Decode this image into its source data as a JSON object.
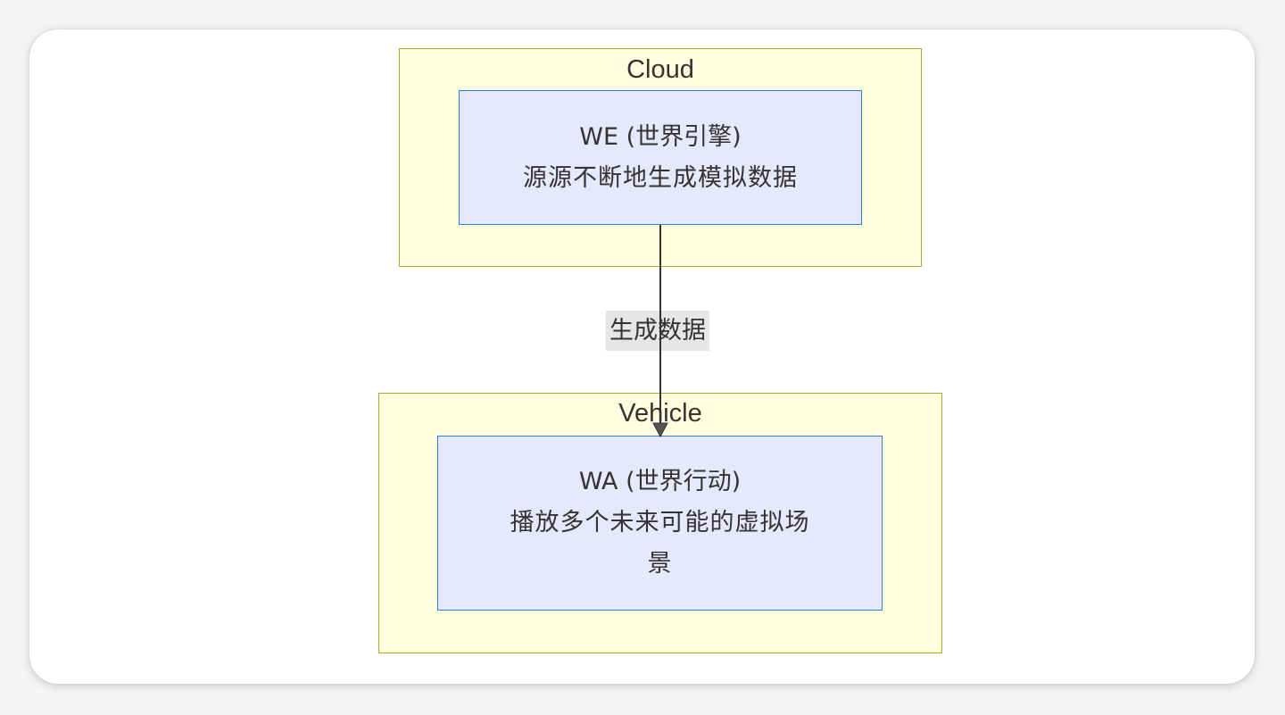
{
  "clusters": {
    "cloud": {
      "title": "Cloud",
      "node": {
        "title": "WE (世界引擎)",
        "description": "源源不断地生成模拟数据"
      }
    },
    "vehicle": {
      "title": "Vehicle",
      "node": {
        "title": "WA (世界行动)",
        "description_line1": "播放多个未来可能的虚拟场",
        "description_line2": "景"
      }
    }
  },
  "edge": {
    "label": "生成数据"
  },
  "colors": {
    "cluster_fill": "#ffffde",
    "cluster_border": "#aaaa33",
    "node_fill": "#e8e8fc",
    "node_border": "#2f7fd8",
    "edge_label_bg": "#e6e6e6",
    "text": "#333333"
  }
}
